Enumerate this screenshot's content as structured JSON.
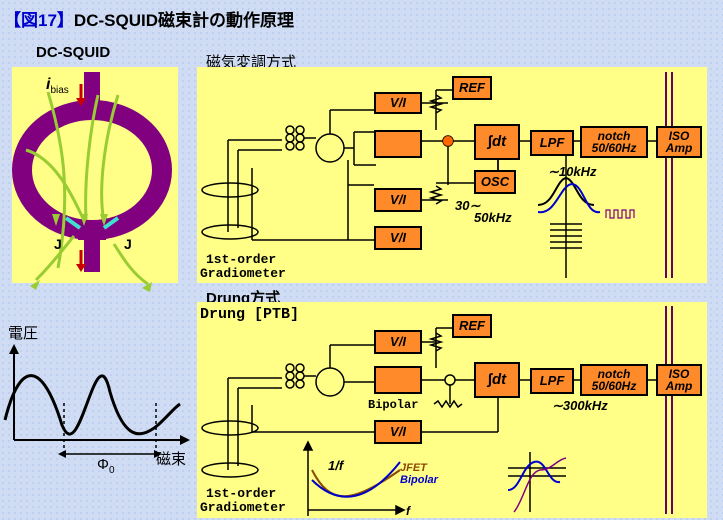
{
  "title": {
    "bracket_open": "【",
    "number": "図17",
    "bracket_close": "】",
    "text": "DC-SQUID磁束計の動作原理"
  },
  "squid": {
    "label": "DC-SQUID",
    "i": "i",
    "bias": "bias",
    "j_left": "J",
    "j_right": "J"
  },
  "vphi": {
    "ylabel": "電圧",
    "xlabel": "磁束",
    "phi": "Φ",
    "phi_sub": "0"
  },
  "fm": {
    "heading": "磁気変調方式",
    "vi1": "V/I",
    "vi2": "V/I",
    "vi3": "V/I",
    "ref": "REF",
    "osc": "OSC",
    "integ": "∫dt",
    "lpf": "LPF",
    "notch": "notch 50/60Hz",
    "iso": "ISO Amp",
    "freq": "∼10kHz",
    "osc_range_a": "30∼",
    "osc_range_b": "50kHz",
    "grad_a": "1st-order",
    "grad_b": "Gradiometer"
  },
  "drung": {
    "heading": "Drung方式",
    "sub": "Drung  [PTB]",
    "vi1": "V/I",
    "vi2": "V/I",
    "ref": "REF",
    "integ": "∫dt",
    "lpf": "LPF",
    "notch": "notch 50/60Hz",
    "iso": "ISO Amp",
    "bipolar": "Bipolar",
    "bw": "∼300kHz",
    "noise": "1/f",
    "jfet": "JFET",
    "bip_leg": "Bipolar",
    "faxis": "f",
    "grad_a": "1st-order",
    "grad_b": "Gradiometer"
  },
  "colors": {
    "panel": "#ffff88",
    "block": "#ff8a2a",
    "ring": "#800080",
    "arrow": "#cc0000",
    "field": "#99cc33"
  }
}
